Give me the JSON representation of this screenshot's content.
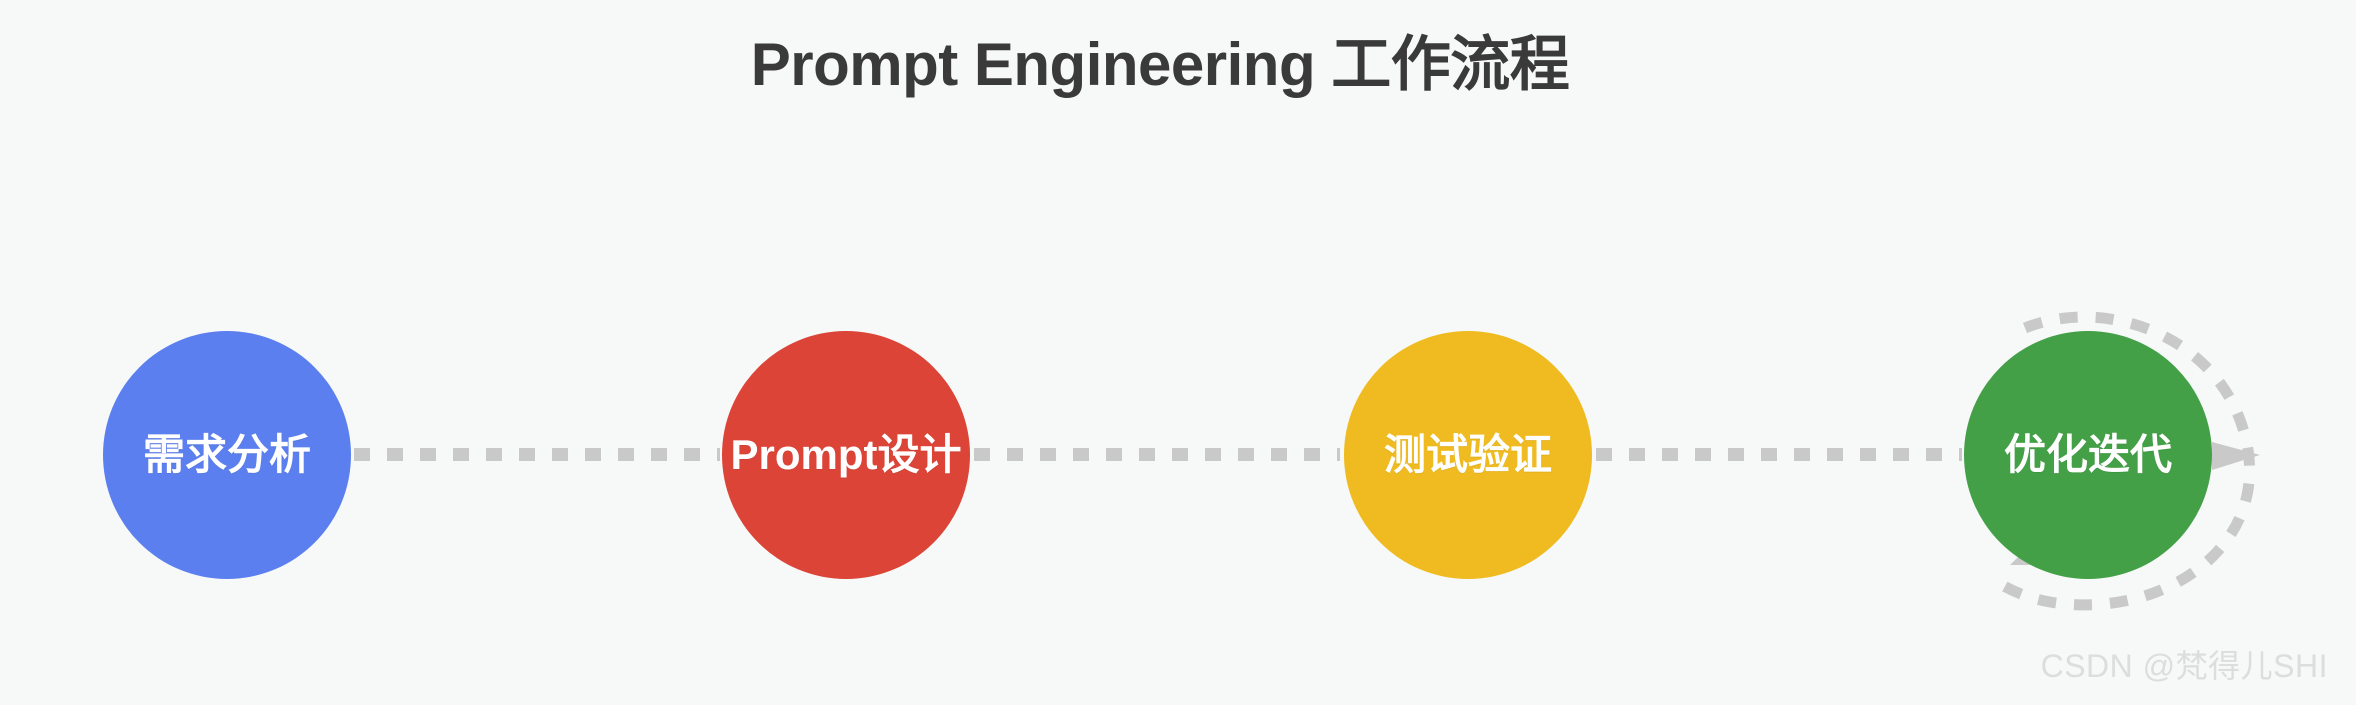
{
  "page": {
    "title": "Prompt Engineering 工作流程",
    "background_color": "#f7f8f8",
    "title_color": "#3a3a3a"
  },
  "flow": {
    "type": "horizontal-process-flow",
    "connector_color": "#c9c9c9",
    "connector_style": "dashed",
    "nodes": [
      {
        "label": "需求分析",
        "color": "#5b7fee",
        "order": 1
      },
      {
        "label": "Prompt设计",
        "color": "#db4437",
        "order": 2
      },
      {
        "label": "测试验证",
        "color": "#efbb20",
        "order": 3
      },
      {
        "label": "优化迭代",
        "color": "#43a047",
        "order": 4
      }
    ],
    "loop": {
      "target_node": "优化迭代",
      "style": "dashed",
      "color": "#c9c9c9",
      "arrowhead_color": "#c9c9c9",
      "arrowheads": 2
    }
  },
  "watermark": {
    "text": "CSDN @梵得儿SHI",
    "color": "#dddddd"
  }
}
